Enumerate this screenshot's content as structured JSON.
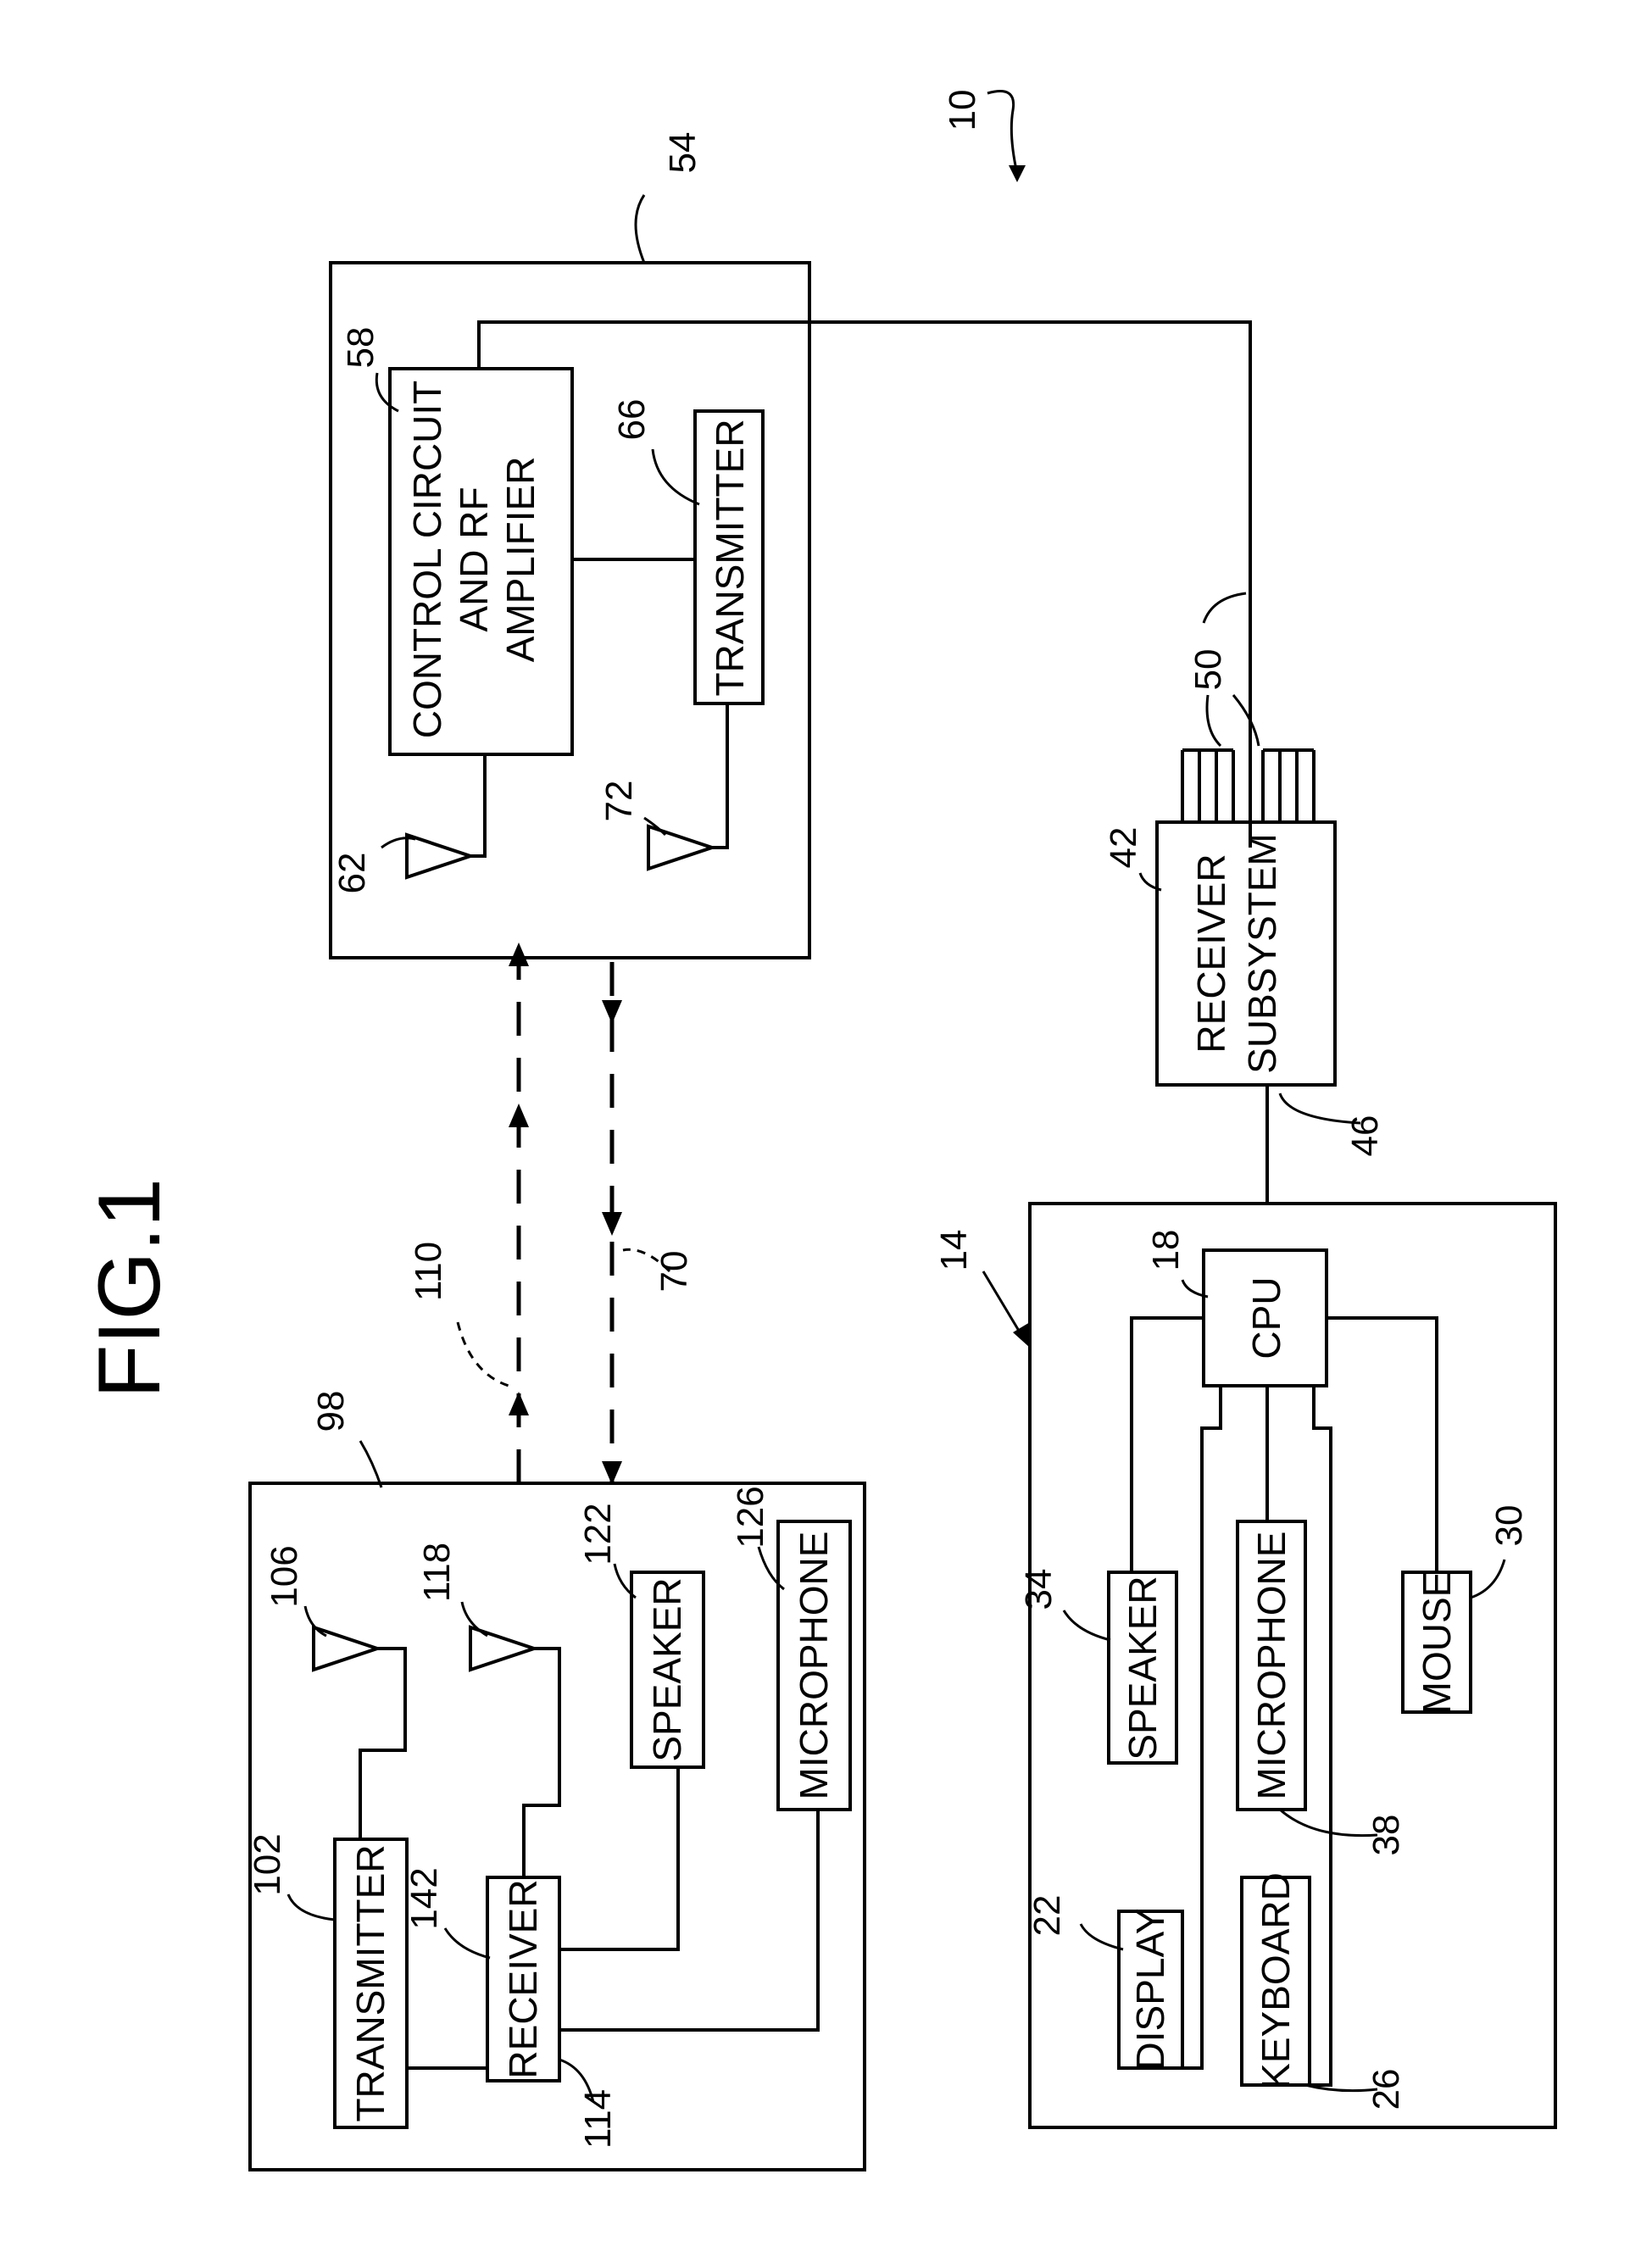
{
  "figure": {
    "title": "FIG.1"
  },
  "refs": {
    "r10": "10",
    "r14": "14",
    "r18": "18",
    "r22": "22",
    "r26": "26",
    "r30": "30",
    "r34": "34",
    "r38": "38",
    "r42": "42",
    "r46": "46",
    "r50": "50",
    "r54": "54",
    "r58": "58",
    "r62": "62",
    "r66": "66",
    "r70": "70",
    "r72": "72",
    "r98": "98",
    "r102": "102",
    "r106": "106",
    "r110": "110",
    "r114": "114",
    "r118": "118",
    "r122": "122",
    "r126": "126",
    "r142": "142"
  },
  "labels": {
    "control_line1": "CONTROL CIRCUIT",
    "control_line2": "AND RF",
    "control_line3": "AMPLIFIER",
    "transmitter": "TRANSMITTER",
    "receiver_line1": "RECEIVER",
    "receiver_line2": "SUBSYSTEM",
    "cpu": "CPU",
    "speaker": "SPEAKER",
    "microphone": "MICROPHONE",
    "mouse": "MOUSE",
    "display": "DISPLAY",
    "keyboard": "KEYBOARD",
    "receiver": "RECEIVER"
  }
}
